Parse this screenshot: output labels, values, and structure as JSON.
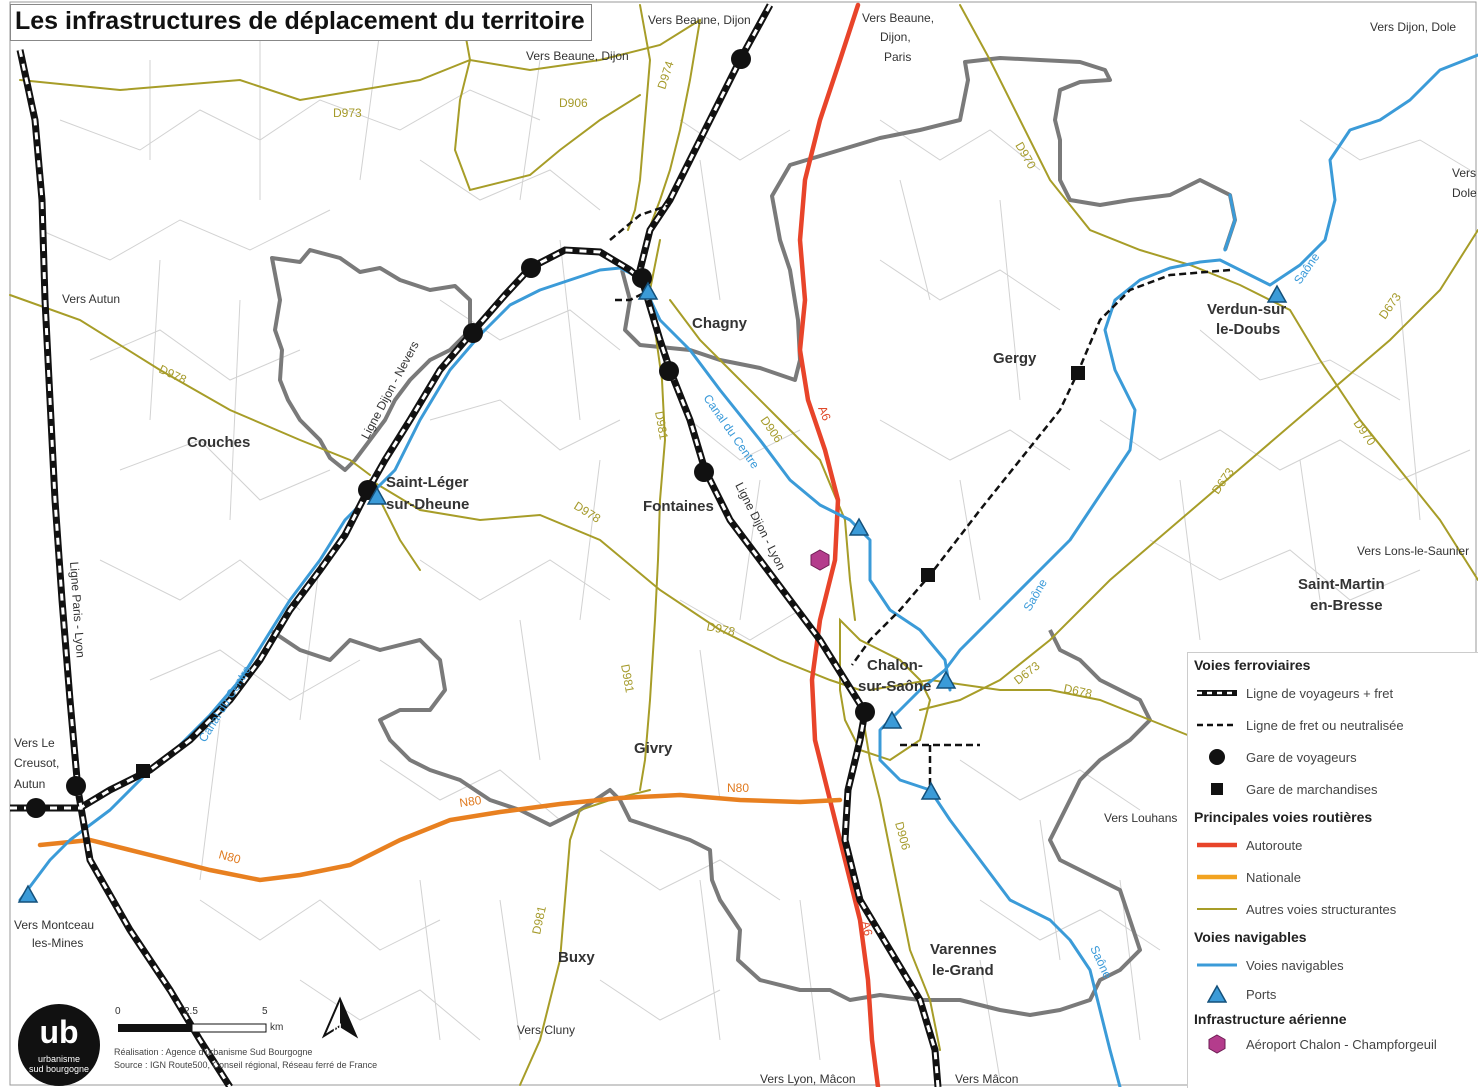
{
  "title": "Les infrastructures de déplacement du territoire",
  "places": {
    "chagny": "Chagny",
    "gergy": "Gergy",
    "couches": "Couches",
    "saint_leger_1": "Saint-Léger",
    "saint_leger_2": "sur-Dheune",
    "fontaines": "Fontaines",
    "verdun_1": "Verdun-sur",
    "verdun_2": "le-Doubs",
    "saint_martin_1": "Saint-Martin",
    "saint_martin_2": "en-Bresse",
    "chalon_1": "Chalon-",
    "chalon_2": "sur-Saône",
    "givry": "Givry",
    "buxy": "Buxy",
    "varennes_1": "Varennes",
    "varennes_2": "le-Grand"
  },
  "directions": {
    "beaune_dijon_1": "Vers Beaune, Dijon",
    "beaune_dijon_2": "Vers Beaune, Dijon",
    "beaune_dijon_paris_1": "Vers Beaune,",
    "beaune_dijon_paris_2": "Dijon,",
    "beaune_dijon_paris_3": "Paris",
    "dijon_dole": "Vers Dijon, Dole",
    "dole_1": "Vers",
    "dole_2": "Dole",
    "autun": "Vers Autun",
    "lons": "Vers Lons-le-Saunier",
    "louhans": "Vers Louhans",
    "creusot_1": "Vers Le",
    "creusot_2": "Creusot,",
    "creusot_3": "Autun",
    "montceau_1": "Vers Montceau",
    "montceau_2": "les-Mines",
    "cluny": "Vers Cluny",
    "lyon_macon": "Vers Lyon, Mâcon",
    "macon": "Vers Mâcon"
  },
  "road_labels": {
    "d974": "D974",
    "d906_top": "D906",
    "d973": "D973",
    "d970_top": "D970",
    "d978_left": "D978",
    "d981_mid": "D981",
    "d906_mid": "D906",
    "a6_top": "A6",
    "d978_center": "D978",
    "d978_lower": "D978",
    "d673_top": "D673",
    "d970_right": "D970",
    "d673_mid": "D673",
    "d673_low": "D673",
    "d678": "D678",
    "d981_low": "D981",
    "n80_left": "N80",
    "n80_mid": "N80",
    "n80_right": "N80",
    "d906_low": "D906",
    "d981_bottom": "D981",
    "a6_bottom": "A6"
  },
  "rail_labels": {
    "dijon_nevers": "Ligne Dijon - Nevers",
    "dijon_lyon": "Ligne Dijon - Lyon",
    "paris_lyon": "Ligne Paris - Lyon"
  },
  "water_labels": {
    "canal_centre_1": "Canal du Centre",
    "canal_centre_2": "Canal du Centre",
    "saone_1": "Saône",
    "saone_2": "Saône",
    "saone_3": "Saône"
  },
  "legend": {
    "rail_title": "Voies ferroviaires",
    "rail_passenger_freight": "Ligne de voyageurs + fret",
    "rail_freight": "Ligne de fret ou neutralisée",
    "passenger_station": "Gare de voyageurs",
    "freight_station": "Gare de marchandises",
    "road_title": "Principales voies routières",
    "motorway": "Autoroute",
    "national": "Nationale",
    "other_roads": "Autres voies structurantes",
    "water_title": "Voies navigables",
    "waterways": "Voies navigables",
    "ports": "Ports",
    "air_title": "Infrastructure aérienne",
    "airport": "Aéroport Chalon - Champforgeuil"
  },
  "scale": {
    "zero": "0",
    "mid": "2.5",
    "five": "5",
    "unit": "km"
  },
  "credits": {
    "line1": "Réalisation : Agence d'urbanisme Sud Bourgogne",
    "line2": "Source : IGN Route500, Conseil régional, Réseau ferré de France"
  },
  "logo": {
    "mark": "ub",
    "line1": "urbanisme",
    "line2": "sud bourgogne"
  },
  "colors": {
    "motorway": "#e8442a",
    "national": "#e88020",
    "other_roads": "#a79d28",
    "water": "#3b9bd8",
    "boundary": "#777777",
    "commune": "#cfcfcf",
    "airport": "#b43c8c"
  }
}
